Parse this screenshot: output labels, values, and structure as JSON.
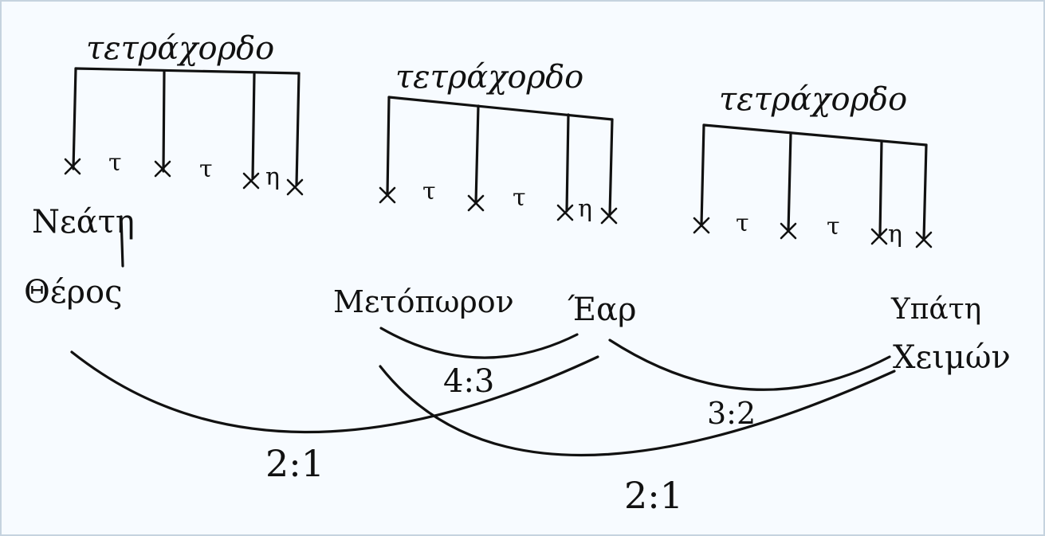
{
  "colors": {
    "background": "#f7fbff",
    "ink": "#111111",
    "border": "#c6d3df"
  },
  "tetrachords": [
    {
      "title": "τετράχορδο",
      "marks": [
        "τ",
        "τ",
        "η"
      ]
    },
    {
      "title": "τετράχορδο",
      "marks": [
        "τ",
        "τ",
        "η"
      ]
    },
    {
      "title": "τετράχορδο",
      "marks": [
        "τ",
        "τ",
        "η"
      ]
    }
  ],
  "labels": {
    "nete": "Νεάτη",
    "summer": "Θέρος",
    "autumn": "Μετόπωρον",
    "spring": "Έαρ",
    "hypate": "Υπάτη",
    "winter": "Χειμών"
  },
  "ratios": {
    "fourth": "4:3",
    "fifth": "3:2",
    "octave_left": "2:1",
    "octave_right": "2:1"
  }
}
